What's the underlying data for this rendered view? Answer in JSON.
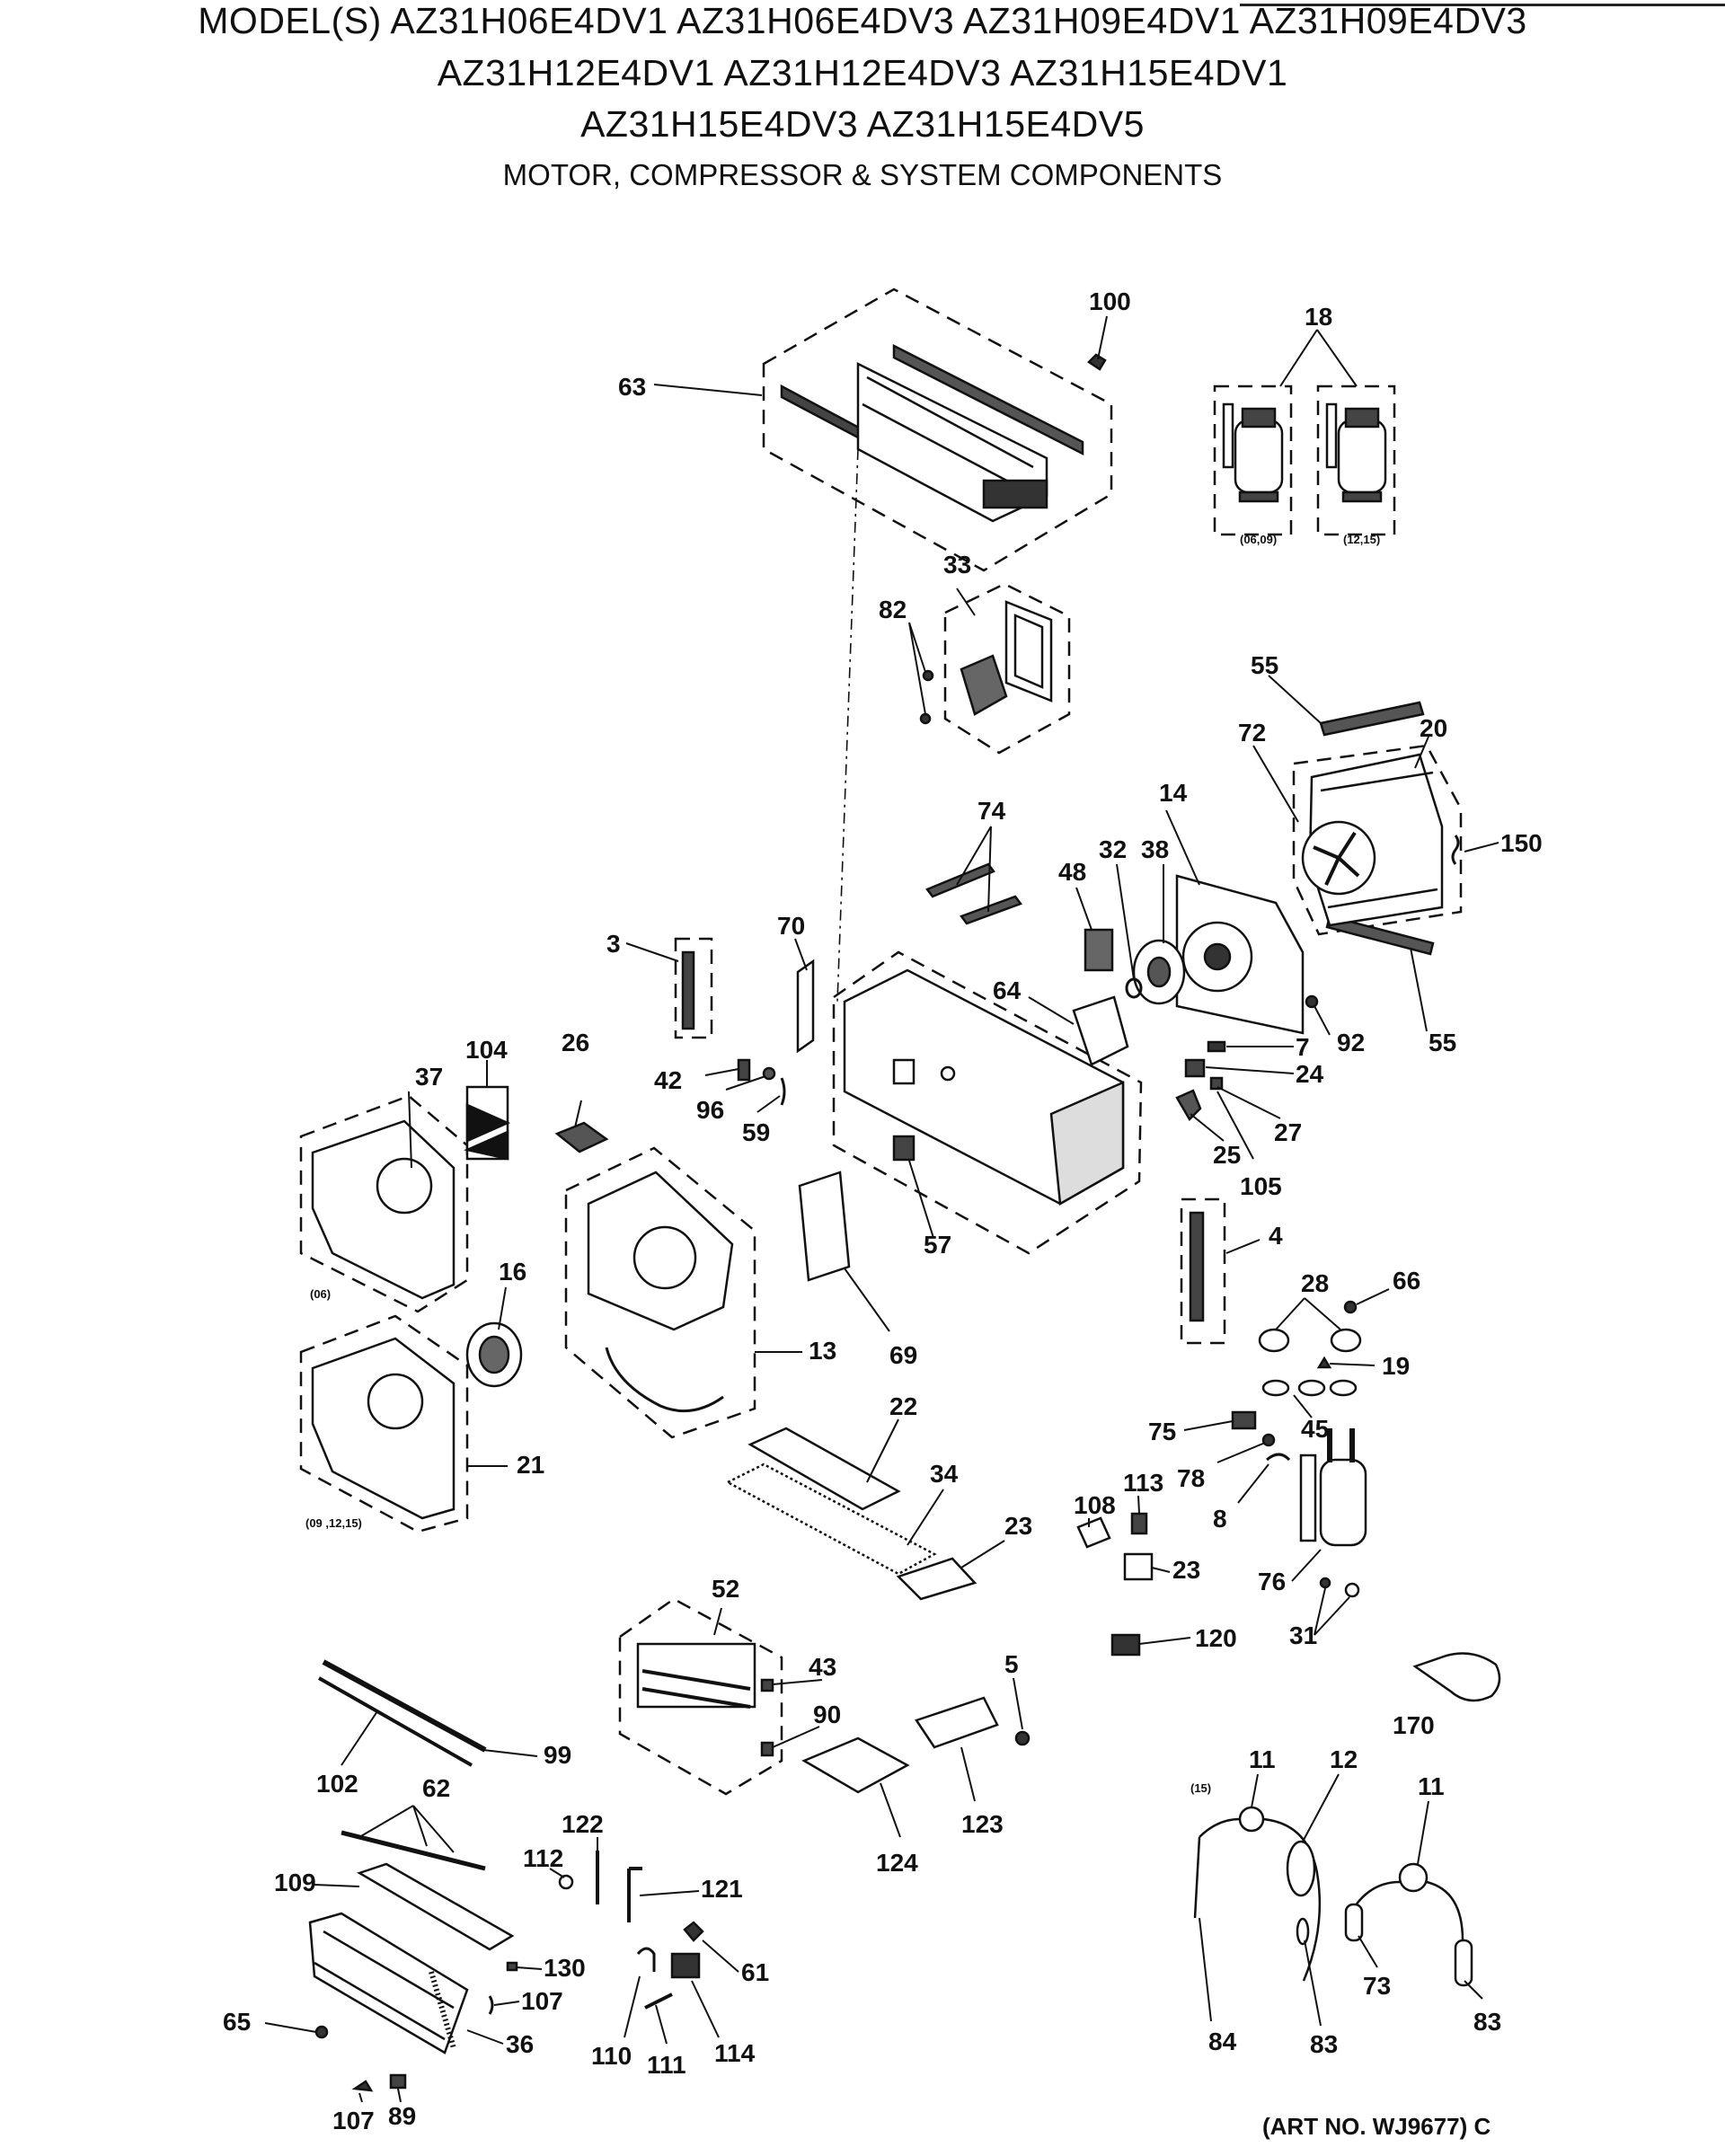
{
  "header": {
    "line1": "MODEL(S) AZ31H06E4DV1  AZ31H06E4DV3  AZ31H09E4DV1  AZ31H09E4DV3",
    "line2": "AZ31H12E4DV1  AZ31H12E4DV3  AZ31H15E4DV1",
    "line3": "AZ31H15E4DV3  AZ31H15E4DV5",
    "subtitle": "MOTOR, COMPRESSOR & SYSTEM COMPONENTS"
  },
  "footer": {
    "art_no": "(ART NO. WJ9677) C"
  },
  "variant_notes": {
    "comp_a": "(06,09)",
    "comp_b": "(12,15)",
    "scroll_06": "(06)",
    "scroll_09": "(09 ,12,15)",
    "tube_15": "(15)"
  },
  "callouts": [
    "100",
    "18",
    "63",
    "33",
    "82",
    "55",
    "20",
    "72",
    "14",
    "38",
    "74",
    "48",
    "32",
    "150",
    "70",
    "3",
    "64",
    "92",
    "55",
    "7",
    "24",
    "27",
    "25",
    "105",
    "42",
    "96",
    "59",
    "104",
    "26",
    "37",
    "57",
    "69",
    "13",
    "16",
    "21",
    "4",
    "28",
    "66",
    "19",
    "45",
    "75",
    "78",
    "8",
    "113",
    "108",
    "23",
    "76",
    "31",
    "22",
    "34",
    "23",
    "120",
    "52",
    "43",
    "90",
    "5",
    "170",
    "11",
    "12",
    "11",
    "102",
    "99",
    "62",
    "122",
    "112",
    "121",
    "124",
    "123",
    "109",
    "130",
    "107",
    "61",
    "65",
    "36",
    "110",
    "111",
    "114",
    "84",
    "83",
    "73",
    "83",
    "107",
    "89"
  ],
  "colors": {
    "ink": "#111111",
    "background": "#ffffff"
  }
}
